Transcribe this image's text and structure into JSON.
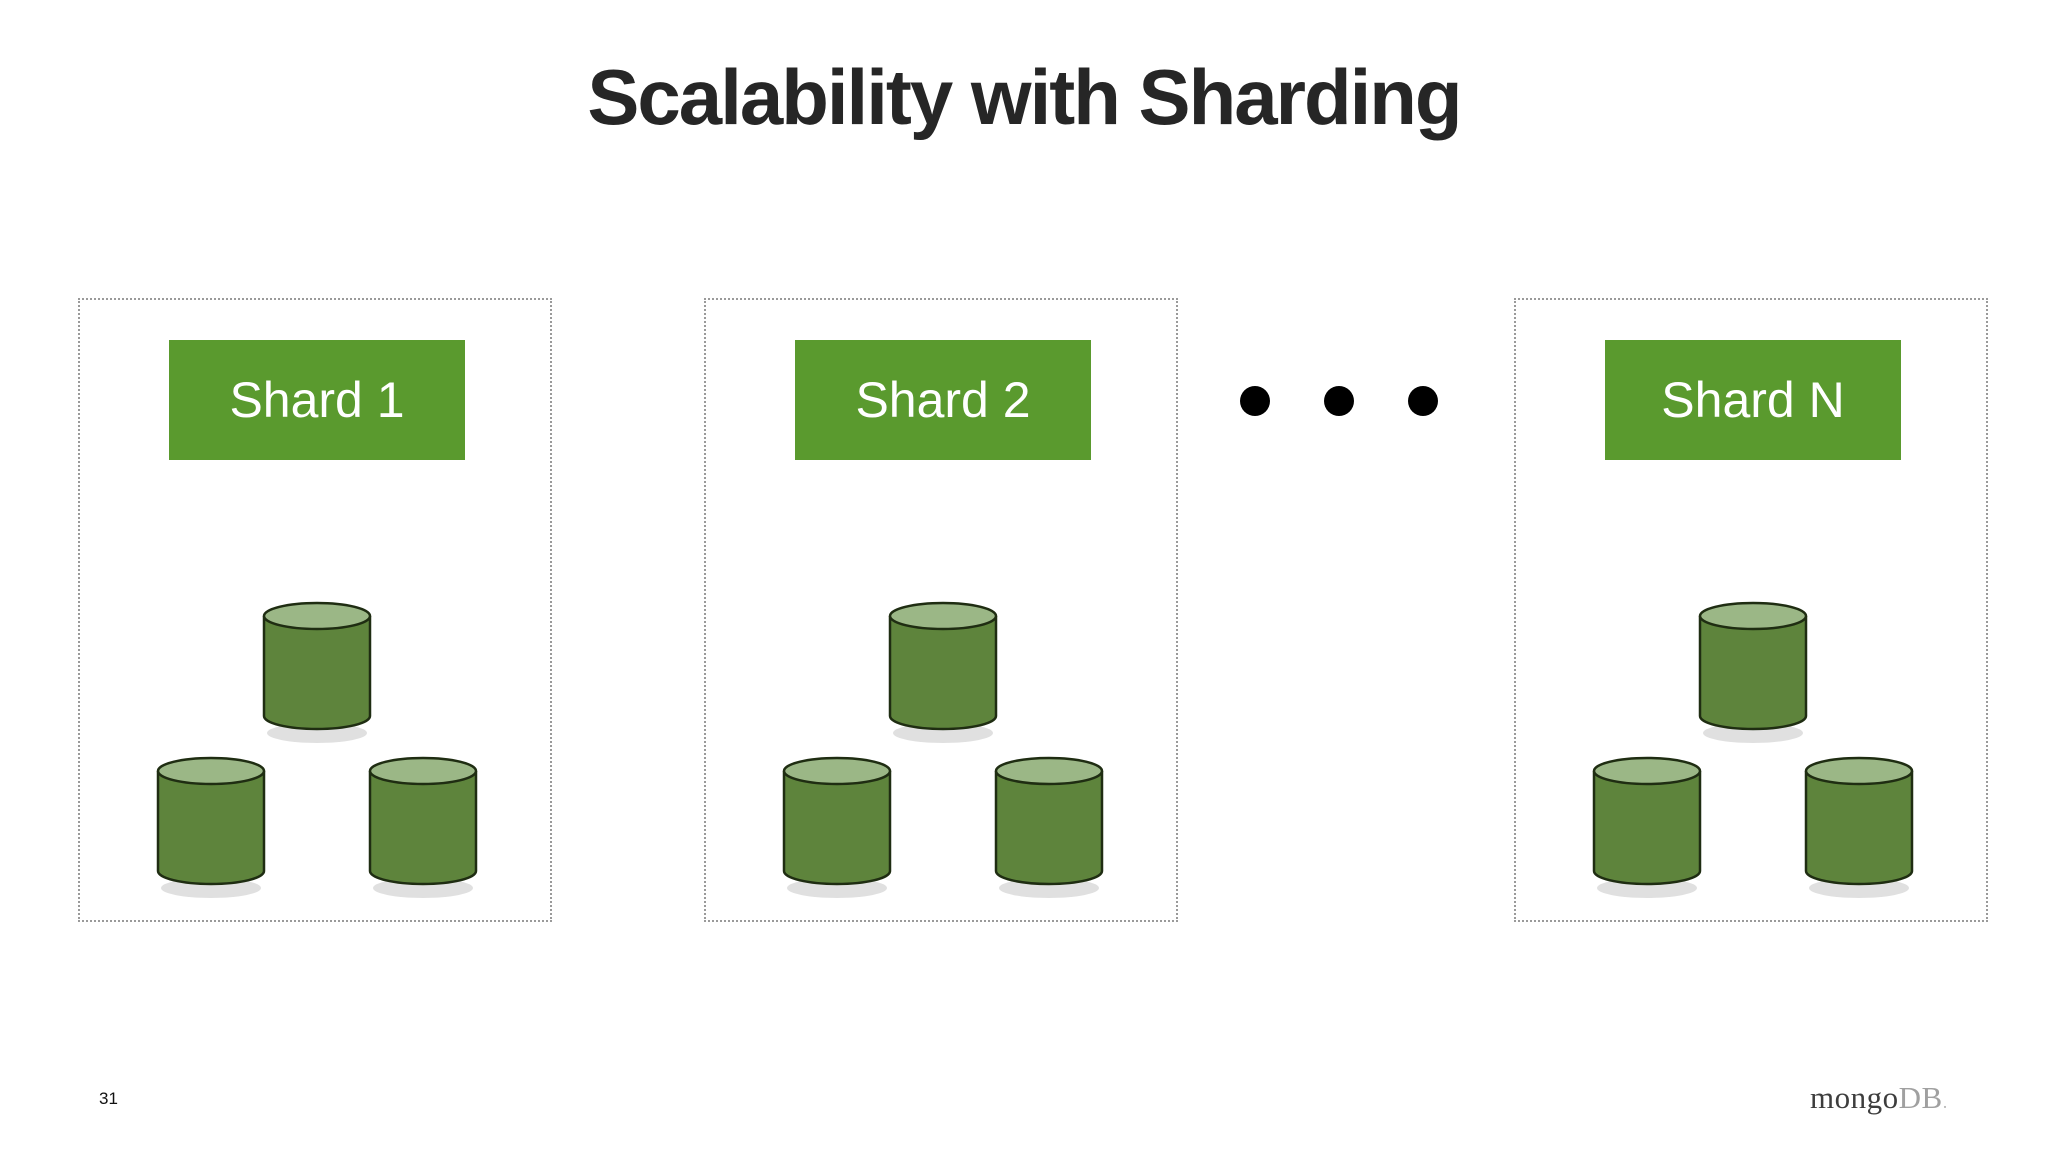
{
  "slide": {
    "title": "Scalability with Sharding",
    "number": "31"
  },
  "shards": [
    {
      "label": "Shard 1"
    },
    {
      "label": "Shard 2"
    },
    {
      "label": "Shard N"
    }
  ],
  "logo": {
    "part1": "mongo",
    "part2": "DB",
    "part3": "."
  },
  "colors": {
    "shard_label_bg": "#5a9a2e",
    "cylinder_body": "#5e843c",
    "cylinder_top": "#9bb786",
    "title_text": "#262626"
  }
}
